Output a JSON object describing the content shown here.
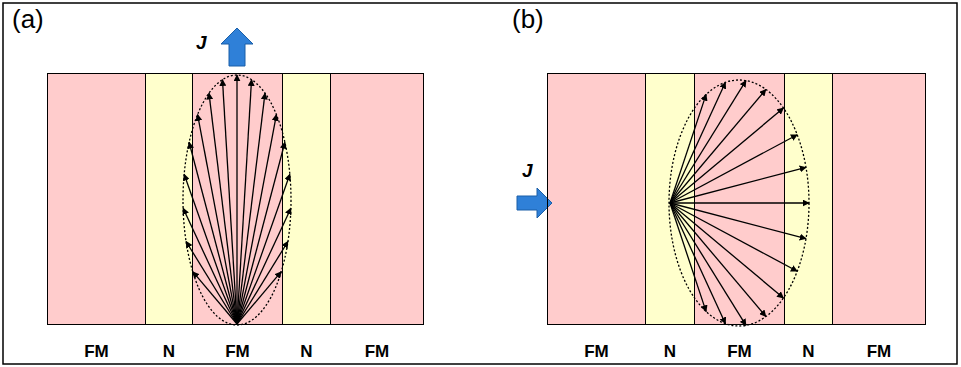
{
  "diagram": {
    "nodes": [
      {
        "text": [
          "FM"
        ]
      },
      {
        "text": [
          "N"
        ]
      },
      {
        "text": [
          "FM"
        ]
      },
      {
        "text": [
          "N"
        ]
      },
      {
        "text": [
          "FM"
        ]
      },
      {
        "text": [
          "FM"
        ]
      },
      {
        "text": [
          "N"
        ]
      },
      {
        "text": [
          "FM"
        ]
      },
      {
        "text": [
          "N"
        ]
      },
      {
        "text": [
          "FM"
        ]
      }
    ],
    "labels": [
      "(a)",
      "J",
      "(b)",
      "J"
    ]
  }
}
